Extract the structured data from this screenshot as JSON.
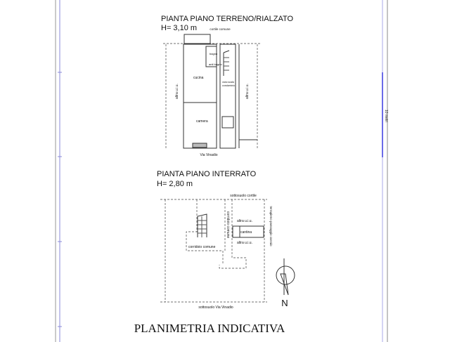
{
  "ground_floor": {
    "title": "PIANTA  PIANO  TERRENO/RIALZATO",
    "height": "H= 3,10 m",
    "labels": {
      "courtyard": "cortile comune",
      "bathroom": "bagno",
      "antibath": "anti bagno",
      "kitchen": "cucina",
      "stair_landing_1": "vano scala",
      "stair_landing_2": "condominio",
      "bedroom": "camera",
      "other_unit_left": "altra  u.i.u.",
      "other_unit_right": "altra  u.i.u.",
      "street": "Via  Vinadio"
    }
  },
  "basement": {
    "title": "PIANTA  PIANO  INTERRATO",
    "height": "H= 2,80 m",
    "labels": {
      "courtyard_under": "sottosuolo cortile",
      "corridor_vertical": "corridoio  comune",
      "corridor_horizontal": "corridoio  comune",
      "other_unit_top": "altra    u.i.u.",
      "cellar": "cantina",
      "other_unit_bottom": "altra    u.i.u.",
      "driveway": "terrapieno passaggio carraio",
      "street_under": "sottosuolo  Via  Vinadio"
    }
  },
  "north_label": "N",
  "scale_label": "10 metri",
  "footer_title": "PLANIMETRIA INDICATIVA",
  "colors": {
    "frame_blue": "#6a6ad8",
    "frame_grey": "#b0b0b0",
    "scale_blue": "#3a3ae0"
  }
}
